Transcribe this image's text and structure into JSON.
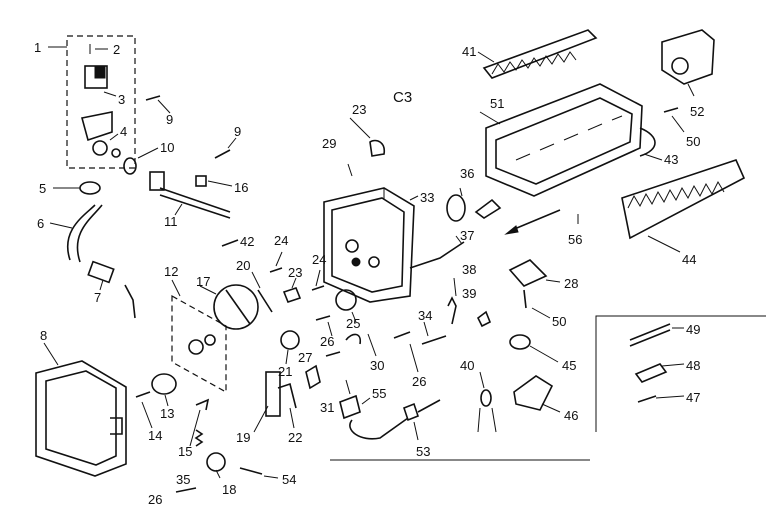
{
  "diagram": {
    "section_code": "C3",
    "callouts": [
      "1",
      "2",
      "3",
      "4",
      "5",
      "6",
      "7",
      "8",
      "9",
      "9",
      "10",
      "11",
      "12",
      "13",
      "14",
      "15",
      "16",
      "17",
      "18",
      "19",
      "20",
      "21",
      "22",
      "23",
      "23",
      "24",
      "24",
      "25",
      "26",
      "26",
      "26",
      "27",
      "28",
      "29",
      "30",
      "31",
      "33",
      "34",
      "35",
      "36",
      "37",
      "38",
      "39",
      "40",
      "41",
      "42",
      "43",
      "44",
      "45",
      "46",
      "47",
      "48",
      "49",
      "50",
      "50",
      "51",
      "52",
      "53",
      "54",
      "55",
      "56"
    ]
  }
}
